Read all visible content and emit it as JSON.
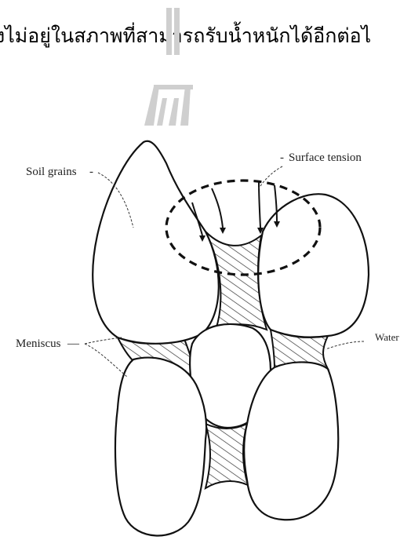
{
  "page": {
    "thai_line": "งไม่อยู่ในสภาพที่สามารถรับน้ำหนักได้อีกต่อไ"
  },
  "diagram": {
    "labels": {
      "soil_grains": "Soil grains",
      "surface_tension": "Surface tension",
      "meniscus": "Meniscus",
      "water": "Water"
    }
  },
  "colors": {
    "outline": "#111111",
    "watermark": "#c8c8c8",
    "hatch": "#333333"
  }
}
